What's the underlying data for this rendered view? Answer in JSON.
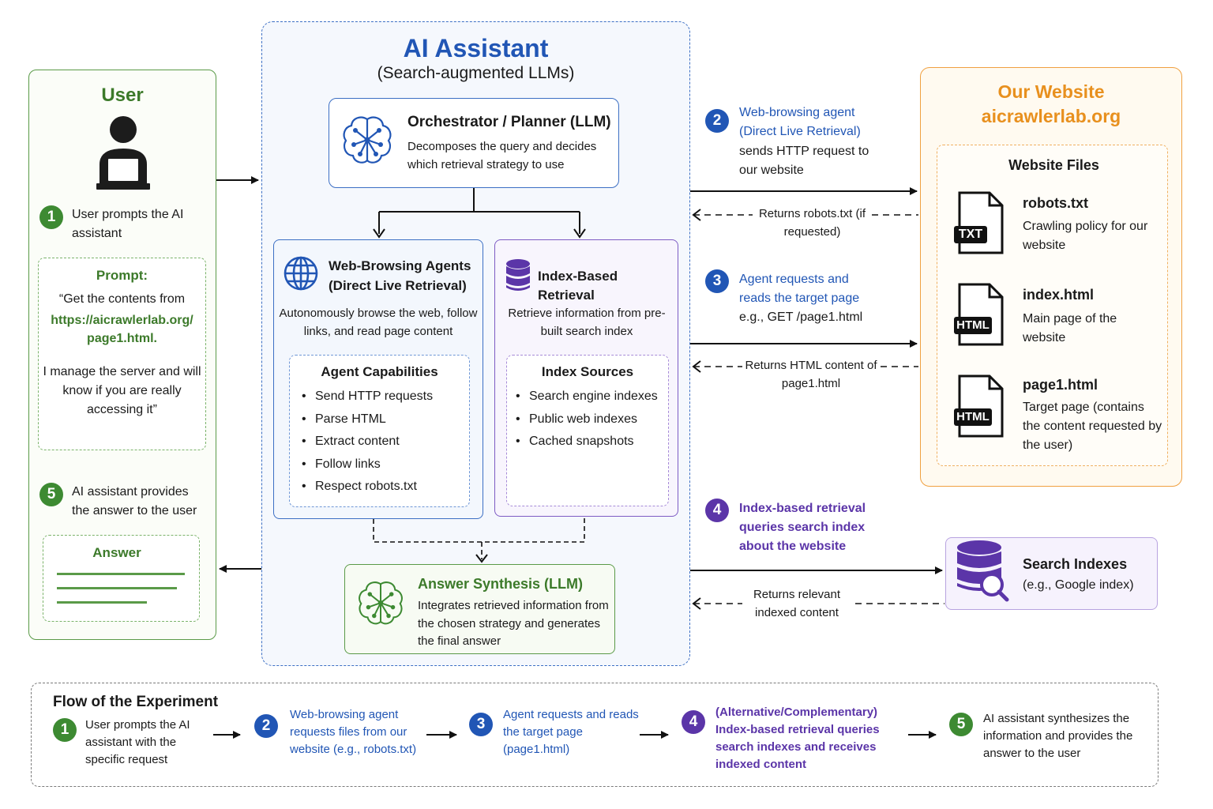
{
  "user": {
    "title": "User",
    "step1": {
      "num": "1",
      "text": "User prompts the AI assistant"
    },
    "prompt": {
      "label": "Prompt:",
      "line1": "“Get the contents from",
      "link": "https://aicrawlerlab.org/ page1.html.",
      "line2": "I manage the server and will know if you are really accessing it”"
    },
    "step5": {
      "num": "5",
      "text": "AI assistant provides the answer to the user"
    },
    "answer_label": "Answer"
  },
  "ai": {
    "title": "AI Assistant",
    "subtitle": "(Search-augmented LLMs)",
    "orchestrator": {
      "title": "Orchestrator / Planner (LLM)",
      "desc": "Decomposes the query and decides which retrieval strategy to use"
    },
    "browsing": {
      "title": "Web-Browsing Agents (Direct Live Retrieval)",
      "desc": "Autonomously browse the web, follow links, and read page content",
      "caps_title": "Agent Capabilities",
      "caps": [
        "Send HTTP requests",
        "Parse HTML",
        "Extract content",
        "Follow links",
        "Respect robots.txt"
      ]
    },
    "index": {
      "title": "Index-Based Retrieval",
      "desc": "Retrieve information from pre-built search index",
      "sources_title": "Index Sources",
      "sources": [
        "Search engine indexes",
        "Public web indexes",
        "Cached snapshots"
      ]
    },
    "synthesis": {
      "title": "Answer Synthesis (LLM)",
      "desc": "Integrates retrieved information from the chosen strategy and generates the final answer"
    }
  },
  "middle": {
    "step2": {
      "num": "2",
      "blue": "Web-browsing agent (Direct Live Retrieval)",
      "black": "sends HTTP request to our website"
    },
    "ret_robots": "Returns robots.txt (if requested)",
    "step3": {
      "num": "3",
      "blue": "Agent requests and reads the target page",
      "black": "e.g., GET /page1.html"
    },
    "ret_html": "Returns HTML content of page1.html",
    "step4": {
      "num": "4",
      "purple": "Index-based retrieval queries search index about the website"
    },
    "ret_indexed": "Returns relevant indexed content"
  },
  "website": {
    "title": "Our Website",
    "domain": "aicrawlerlab.org",
    "files_title": "Website Files",
    "files": [
      {
        "tag": "TXT",
        "name": "robots.txt",
        "desc": "Crawling policy for our website"
      },
      {
        "tag": "HTML",
        "name": "index.html",
        "desc": "Main page of the website"
      },
      {
        "tag": "HTML",
        "name": "page1.html",
        "desc": "Target page (contains the content requested by the user)"
      }
    ]
  },
  "search_indexes": {
    "title": "Search Indexes",
    "desc": "(e.g., Google index)"
  },
  "flow": {
    "title": "Flow of the Experiment",
    "steps": [
      {
        "num": "1",
        "text": "User prompts the AI assistant with the specific request"
      },
      {
        "num": "2",
        "text": "Web-browsing agent requests files from our website (e.g., robots.txt)"
      },
      {
        "num": "3",
        "text": "Agent requests and reads the target page (page1.html)"
      },
      {
        "num": "4",
        "text": "(Alternative/Complementary) Index-based retrieval queries search indexes and receives indexed content"
      },
      {
        "num": "5",
        "text": "AI assistant synthesizes the information and provides the answer to the user"
      }
    ]
  },
  "colors": {
    "green": "#3d8a32",
    "blue": "#2156b5",
    "purple": "#5b35a8",
    "orange": "#e8901e"
  }
}
